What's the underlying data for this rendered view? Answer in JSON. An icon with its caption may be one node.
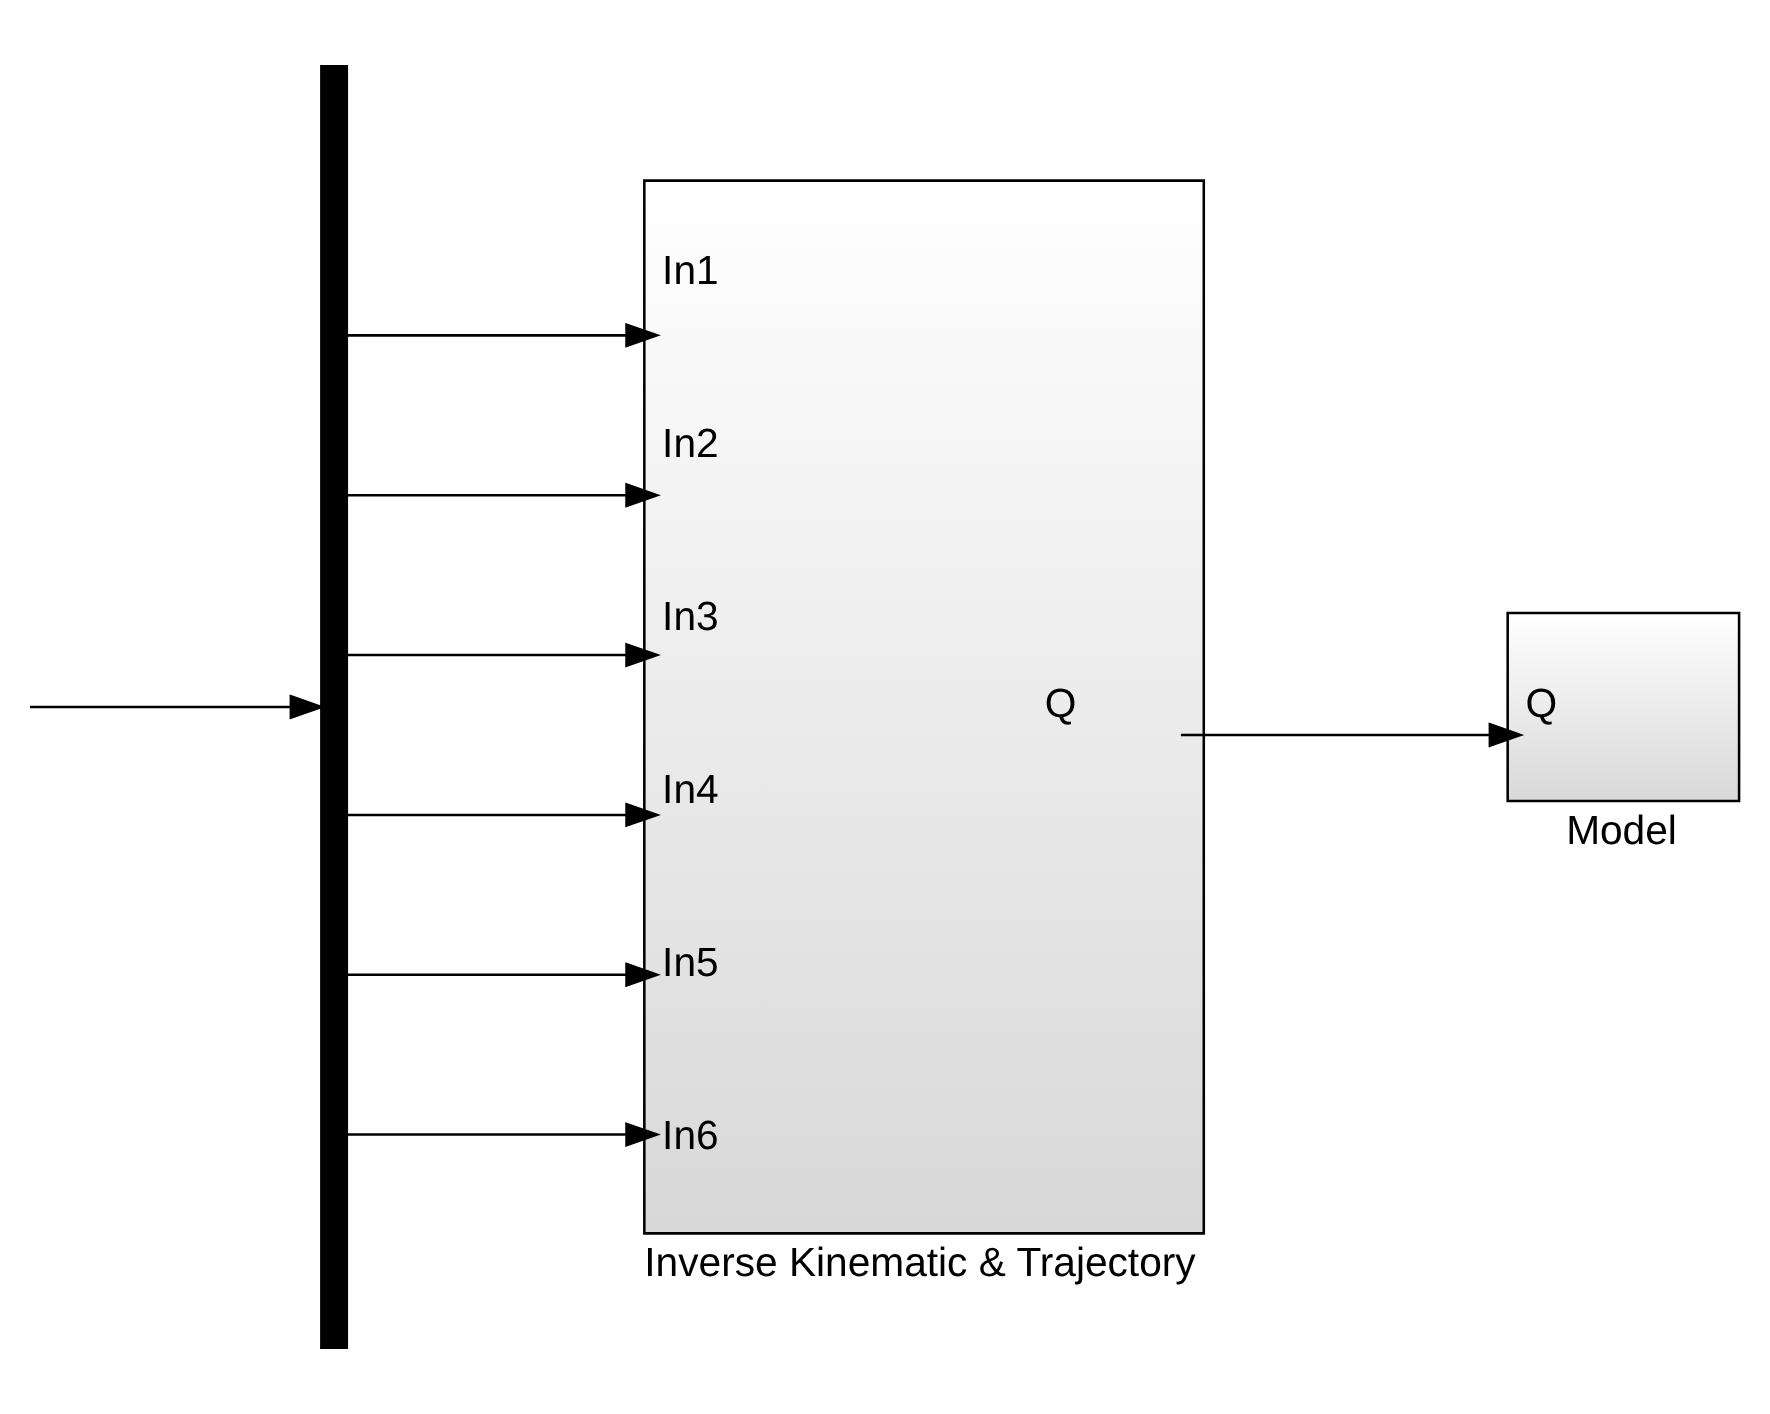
{
  "diagram": {
    "nodes": [
      {
        "text": [],
        "shape": "bar"
      },
      {
        "text": [
          "In1",
          "In2",
          "In3",
          "In4",
          "In5",
          "In6",
          "Q"
        ],
        "beside": [
          "Inverse Kinematic & Trajectory"
        ]
      },
      {
        "text": [
          "Q"
        ],
        "beside": [
          "Model"
        ]
      }
    ],
    "edges": [
      {
        "from": null,
        "to": 0,
        "arrow": "to"
      },
      {
        "from": 0,
        "to": 1,
        "arrow": "to"
      },
      {
        "from": 0,
        "to": 1,
        "arrow": "to"
      },
      {
        "from": 0,
        "to": 1,
        "arrow": "to"
      },
      {
        "from": 0,
        "to": 1,
        "arrow": "to"
      },
      {
        "from": 0,
        "to": 1,
        "arrow": "to"
      },
      {
        "from": 0,
        "to": 1,
        "arrow": "to"
      },
      {
        "from": 1,
        "to": 2,
        "arrow": "to"
      }
    ]
  }
}
